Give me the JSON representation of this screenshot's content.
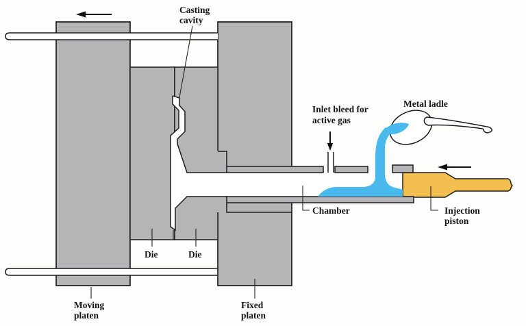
{
  "figure": {
    "type": "technical-diagram",
    "subject": "die casting machine cross-section"
  },
  "labels": {
    "casting_cavity_line1": "Casting",
    "casting_cavity_line2": "cavity",
    "inlet_bleed_line1": "Inlet bleed for",
    "inlet_bleed_line2": "active gas",
    "metal_ladle": "Metal ladle",
    "chamber": "Chamber",
    "injection_piston_line1": "Injection",
    "injection_piston_line2": "piston",
    "die_left": "Die",
    "die_right": "Die",
    "moving_platen_line1": "Moving",
    "moving_platen_line2": "platen",
    "fixed_platen_line1": "Fixed",
    "fixed_platen_line2": "platen"
  },
  "icons": {
    "platen_motion": "arrow-left",
    "inlet_bleed_pointer": "arrow-down",
    "piston_motion": "arrow-left"
  },
  "colors": {
    "machine_gray": "#b5b5b8",
    "molten_metal_blue": "#49b9ee",
    "piston_orange": "#f3bf50",
    "background": "#fdfdfb",
    "outline": "#1c1c1c"
  }
}
